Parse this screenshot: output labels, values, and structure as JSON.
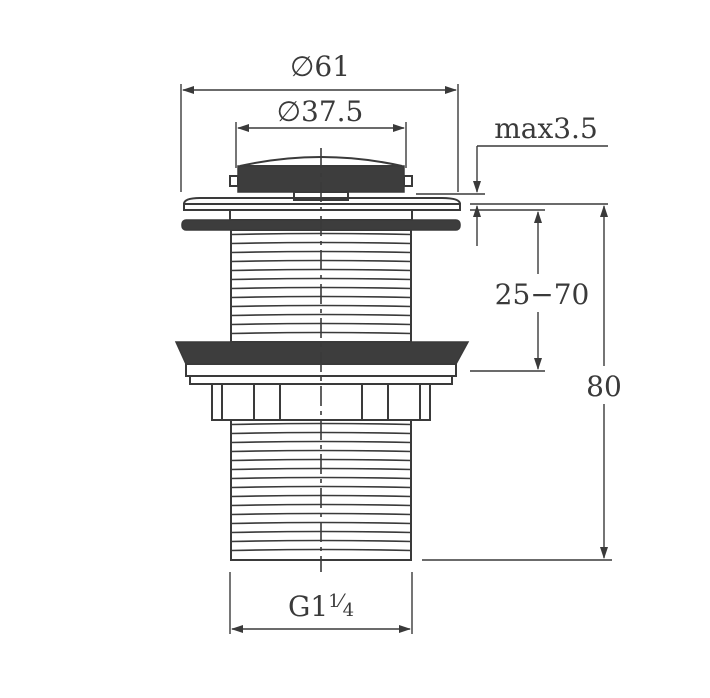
{
  "dimensions": {
    "outer_diameter": "∅61",
    "inner_diameter": "∅37.5",
    "max_gap": "max3.5",
    "adjust_range": "25−70",
    "total_height": "80",
    "thread": "G1",
    "thread_fraction_num": "1",
    "thread_fraction_den": "4"
  },
  "colors": {
    "line": "#3a3a3a",
    "fill_dark": "#3d3d3d",
    "background": "#ffffff"
  }
}
